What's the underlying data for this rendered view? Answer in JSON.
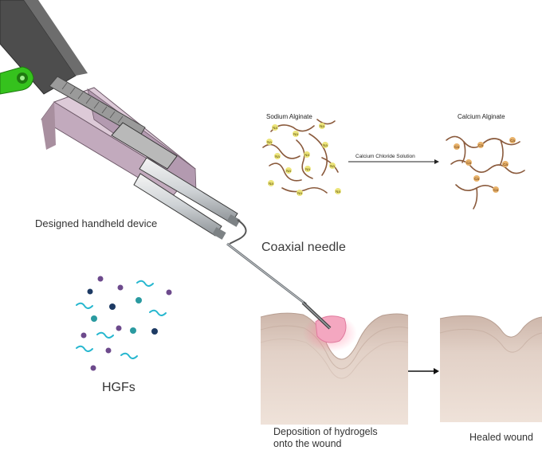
{
  "labels": {
    "device": "Designed handheld device",
    "needle": "Coaxial needle",
    "hgfs": "HGFs",
    "deposition_line1": "Deposition of hydrogels",
    "deposition_line2": "onto the wound",
    "healed": "Healed wound"
  },
  "chemistry": {
    "sodium_alginate": "Sodium Alginate",
    "calcium_alginate": "Calcium Alginate",
    "reaction": "Calcium Chloride Solution",
    "na_ion": "Na",
    "ca_ion": "Ca"
  },
  "colors": {
    "device_gray": "#5b5b5b",
    "device_pink": "#c9b4c4",
    "trigger_green": "#35c21d",
    "alginate_chain": "#8a5a3c",
    "ion_yellow": "#ece57a",
    "skin_top": "#d9c6bd",
    "skin_bottom": "#ecdcd2",
    "hydrogel_pink": "#f4a7c0",
    "hgf_teal": "#26b7cf",
    "hgf_purple": "#6d4a8c",
    "hgf_navy": "#1d3a63"
  }
}
